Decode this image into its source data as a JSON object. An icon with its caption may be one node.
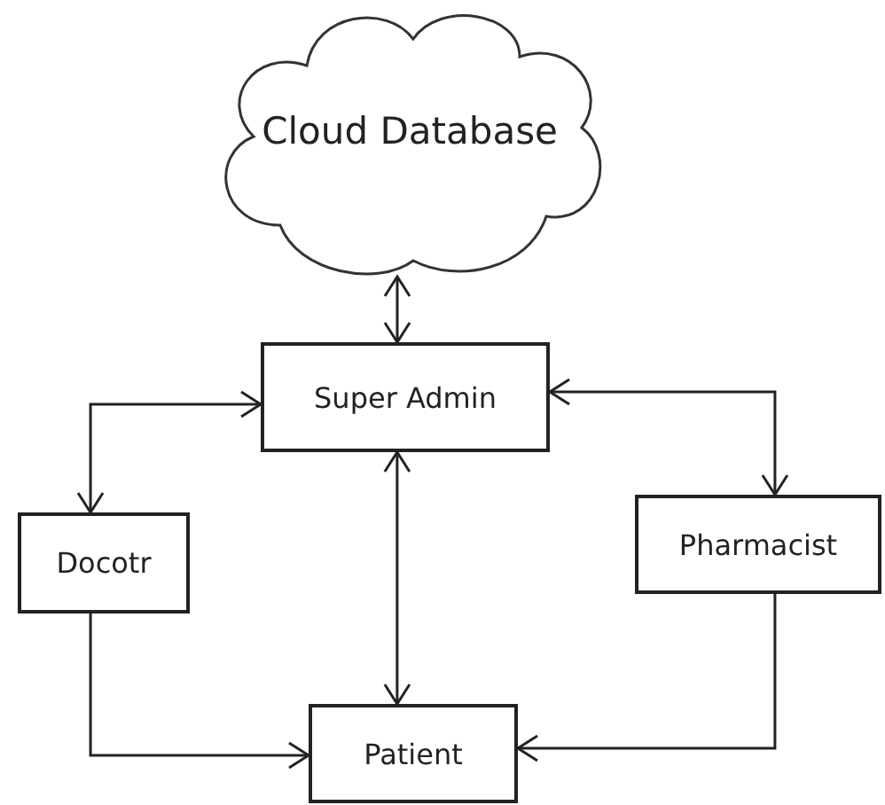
{
  "diagram": {
    "nodes": [
      {
        "text": [
          "Cloud Database"
        ]
      },
      {
        "text": [
          "Super Admin"
        ]
      },
      {
        "text": [
          "Docotr"
        ]
      },
      {
        "text": [
          "Pharmacist"
        ]
      },
      {
        "text": [
          "Patient"
        ]
      }
    ],
    "edges": [
      {
        "from": 0,
        "to": 1,
        "arrow": "both"
      },
      {
        "from": 1,
        "to": 2,
        "arrow": "both"
      },
      {
        "from": 1,
        "to": 3,
        "arrow": "both"
      },
      {
        "from": 1,
        "to": 4,
        "arrow": "both"
      },
      {
        "from": 2,
        "to": 4,
        "arrow": "to"
      },
      {
        "from": 3,
        "to": 4,
        "arrow": "to"
      }
    ]
  }
}
